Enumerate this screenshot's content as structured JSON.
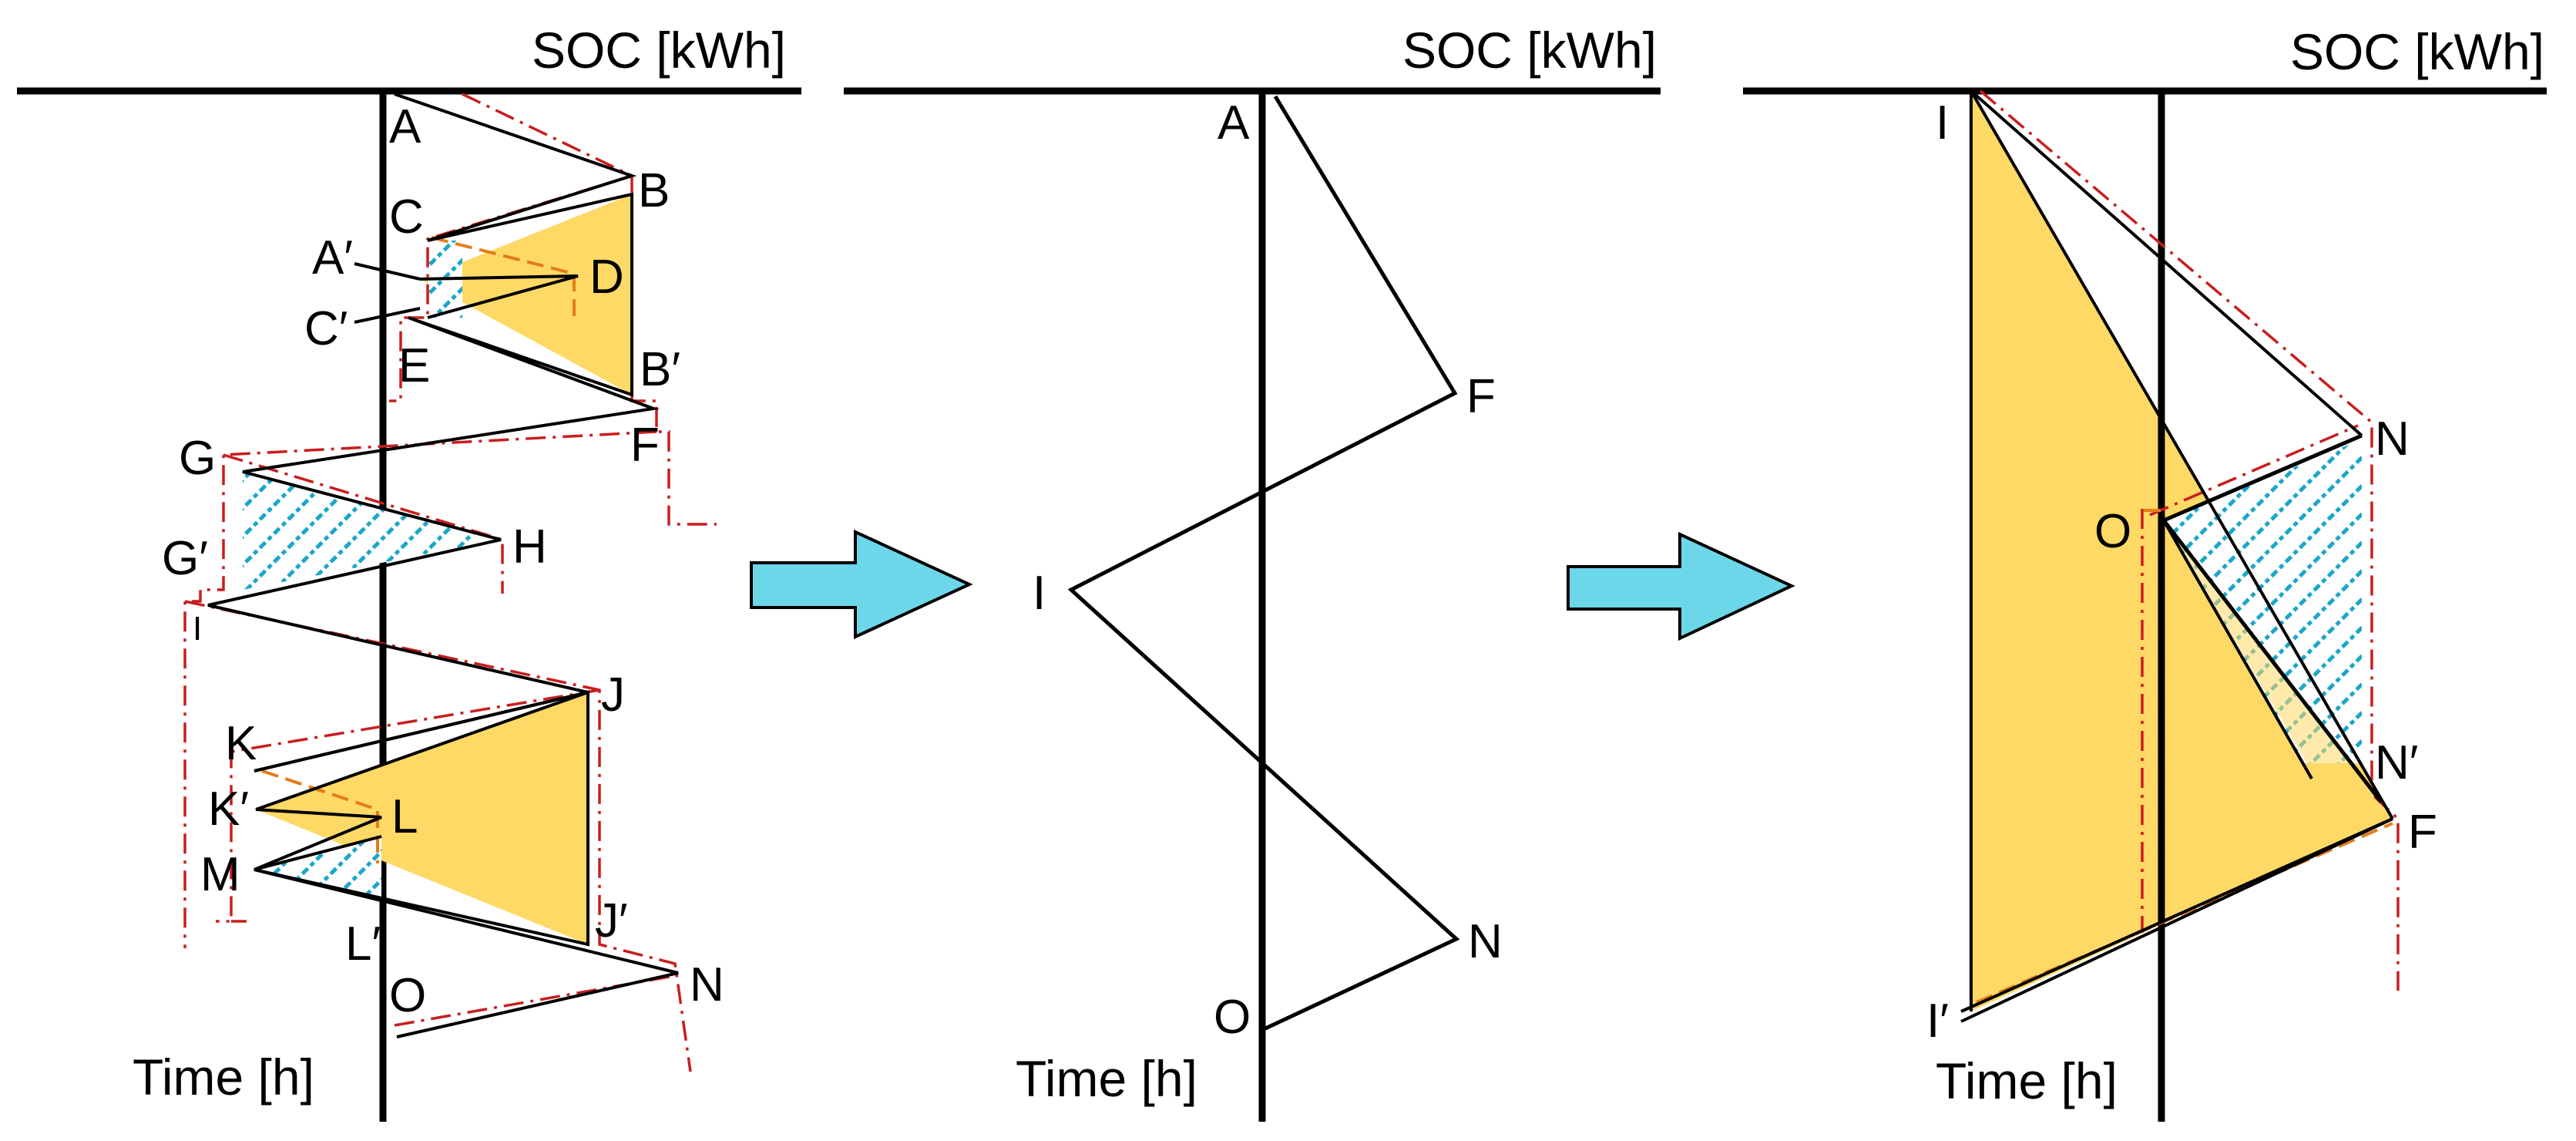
{
  "panels": [
    {
      "soc_label": "SOC [kWh]",
      "time_label": "Time [h]",
      "points": [
        "A",
        "B",
        "C",
        "A′",
        "D",
        "C′",
        "E",
        "B′",
        "F",
        "G",
        "G′",
        "H",
        "I",
        "J",
        "K",
        "K′",
        "L",
        "M",
        "L′",
        "J′",
        "O",
        "N"
      ]
    },
    {
      "soc_label": "SOC [kWh]",
      "time_label": "Time [h]",
      "points": [
        "A",
        "F",
        "I",
        "N",
        "O"
      ]
    },
    {
      "soc_label": "SOC [kWh]",
      "time_label": "Time [h]",
      "points": [
        "I",
        "N",
        "O",
        "N′",
        "F",
        "I′"
      ]
    }
  ],
  "arrows": [
    "right-arrow-icon",
    "right-arrow-icon"
  ],
  "colors": {
    "charge_fill": "#ffd966",
    "hatch": "#1aa7c9",
    "dashdot": "#c81e1e",
    "dashed": "#e57c1a",
    "arrow": "#6dd7ea"
  }
}
